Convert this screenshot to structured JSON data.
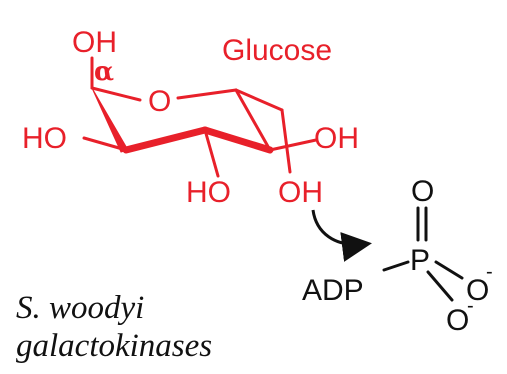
{
  "glucose": {
    "name": "Glucose",
    "alpha": "α",
    "oh_anomeric": "OH",
    "ring_oxygen": "O",
    "oh_c2": "HO",
    "oh_c3": "HO",
    "oh_c4": "OH",
    "oh_c6": "OH",
    "color": "#e8202a"
  },
  "phosphate": {
    "oxo": "O",
    "phosphorus": "P",
    "donor": "ADP",
    "oxide_right": "O",
    "oxide_bottom": "O",
    "charge": "-",
    "color": "#111111"
  },
  "caption": {
    "line1": "S. woodyi",
    "line2": "galactokinases"
  }
}
